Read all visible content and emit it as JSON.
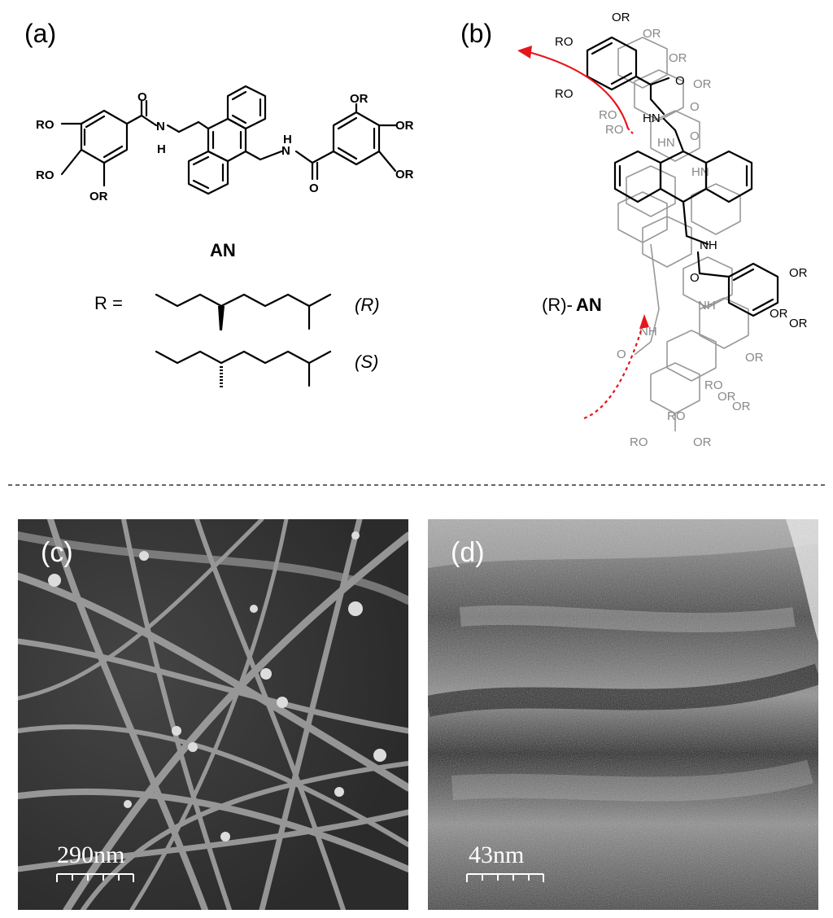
{
  "panels": {
    "a": {
      "label": "(a)",
      "compound_name": "AN",
      "substituents": {
        "ro": "RO",
        "or": "OR"
      },
      "amide": {
        "o": "O",
        "nh_n": "N",
        "nh_h": "H"
      },
      "r_equals": "R =",
      "isomer_r": "(R)",
      "isomer_s": "(S)"
    },
    "b": {
      "label": "(b)",
      "name_prefix": "(R)-",
      "name_bold": "AN",
      "labels": {
        "or": "OR",
        "ro": "RO",
        "o": "O",
        "hn": "HN",
        "nh": "NH"
      }
    },
    "c": {
      "label": "(c)",
      "scale_bar": "290nm"
    },
    "d": {
      "label": "(d)",
      "scale_bar": "43nm"
    }
  },
  "colors": {
    "arrow": "#e8141b",
    "divider": "#333333",
    "afm_c_background": "#3a3a3a",
    "afm_d_background": "#2a2a2a"
  }
}
